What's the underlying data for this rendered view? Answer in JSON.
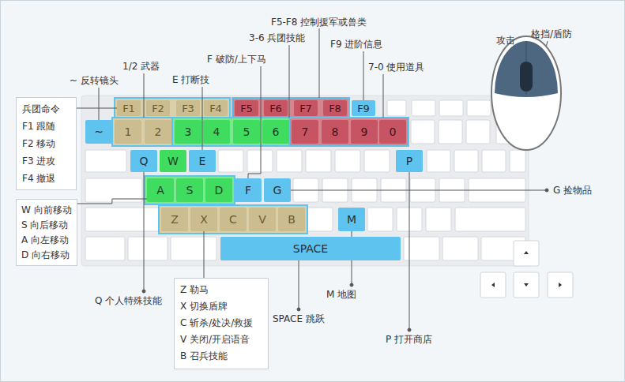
{
  "diagram": {
    "nodes": [
      {
        "text": [
          "兵团命令",
          "F1 跟随",
          "F2 移动",
          "F3 进攻",
          "F4 撤退"
        ]
      },
      {
        "text": [
          "F1"
        ]
      },
      {
        "text": [
          "F2"
        ]
      },
      {
        "text": [
          "F3"
        ]
      },
      {
        "text": [
          "F4"
        ]
      },
      {
        "text": [
          "F5"
        ]
      },
      {
        "text": [
          "F6"
        ]
      },
      {
        "text": [
          "F7"
        ]
      },
      {
        "text": [
          "F8"
        ]
      },
      {
        "text": [
          "F9"
        ]
      },
      {
        "text": [
          "~"
        ]
      },
      {
        "text": [
          "1"
        ]
      },
      {
        "text": [
          "2"
        ]
      },
      {
        "text": [
          "3"
        ]
      },
      {
        "text": [
          "4"
        ]
      },
      {
        "text": [
          "5"
        ]
      },
      {
        "text": [
          "6"
        ]
      },
      {
        "text": [
          "7"
        ]
      },
      {
        "text": [
          "8"
        ]
      },
      {
        "text": [
          "9"
        ]
      },
      {
        "text": [
          "0"
        ]
      },
      {
        "text": [
          "Q"
        ]
      },
      {
        "text": [
          "W"
        ]
      },
      {
        "text": [
          "E"
        ]
      },
      {
        "text": [
          "P"
        ]
      },
      {
        "text": [
          "W 向前移动",
          "S 向后移动",
          "A 向左移动",
          "D 向右移动"
        ]
      },
      {
        "text": [
          "A"
        ]
      },
      {
        "text": [
          "S"
        ]
      },
      {
        "text": [
          "D"
        ]
      },
      {
        "text": [
          "F"
        ]
      },
      {
        "text": [
          "G"
        ]
      },
      {
        "text": [
          "Z"
        ]
      },
      {
        "text": [
          "X"
        ]
      },
      {
        "text": [
          "C"
        ]
      },
      {
        "text": [
          "V"
        ]
      },
      {
        "text": [
          "B"
        ]
      },
      {
        "text": [
          "M"
        ]
      },
      {
        "text": [
          "SPACE"
        ]
      },
      {
        "text": [
          "Z 勒马",
          "X 切换盾牌",
          "C 斩杀/处决/救援",
          "V 关闭/开启语音",
          "B 召兵技能"
        ]
      }
    ],
    "edges": [
      {
        "from": 0,
        "to": 1,
        "arrow": "none"
      },
      {
        "from": 25,
        "to": 26,
        "arrow": "none"
      },
      {
        "from": 38,
        "to": 32,
        "arrow": "none"
      }
    ],
    "labels": [
      "F5-F8 控制援军或兽类",
      "3-6 兵团技能",
      "F9 进阶信息",
      "F 破防/上下马",
      "1/2 武器",
      "7-0 使用道具",
      "~ 反转镜头",
      "E 打断技",
      "攻击",
      "格挡/盾防",
      "G 捡物品",
      "Q 个人特殊技能",
      "M 地图",
      "SPACE 跳跃",
      "P 打开商店"
    ]
  }
}
